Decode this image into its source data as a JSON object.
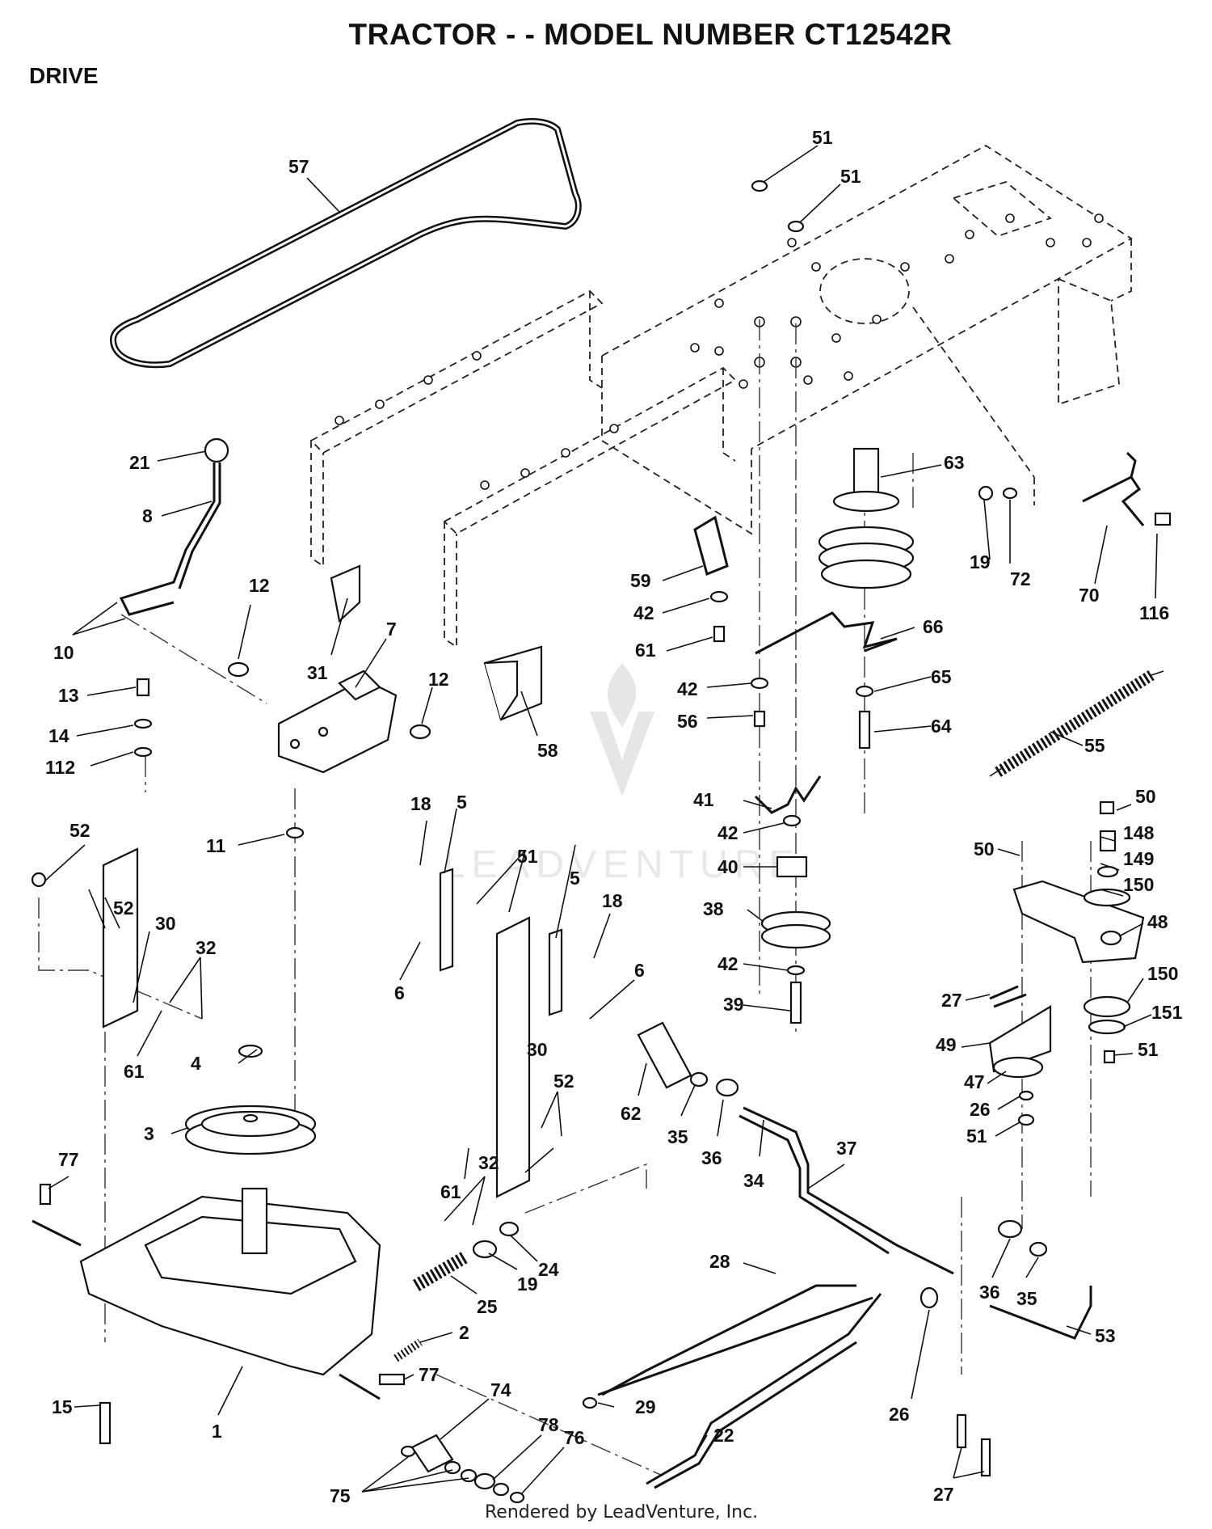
{
  "header": {
    "title": "TRACTOR - - MODEL NUMBER CT12542R",
    "section": "DRIVE"
  },
  "watermark": "LEADVENTURE",
  "footer": "Rendered by LeadVenture, Inc.",
  "part_labels": [
    {
      "id": "p57",
      "text": "57"
    },
    {
      "id": "p51a",
      "text": "51"
    },
    {
      "id": "p51b",
      "text": "51"
    },
    {
      "id": "p63",
      "text": "63"
    },
    {
      "id": "p21",
      "text": "21"
    },
    {
      "id": "p8",
      "text": "8"
    },
    {
      "id": "p12a",
      "text": "12"
    },
    {
      "id": "p10",
      "text": "10"
    },
    {
      "id": "p31",
      "text": "31"
    },
    {
      "id": "p7",
      "text": "7"
    },
    {
      "id": "p12b",
      "text": "12"
    },
    {
      "id": "p13",
      "text": "13"
    },
    {
      "id": "p14",
      "text": "14"
    },
    {
      "id": "p112",
      "text": "112"
    },
    {
      "id": "p58",
      "text": "58"
    },
    {
      "id": "p59",
      "text": "59"
    },
    {
      "id": "p42a",
      "text": "42"
    },
    {
      "id": "p61a",
      "text": "61"
    },
    {
      "id": "p19a",
      "text": "19"
    },
    {
      "id": "p72",
      "text": "72"
    },
    {
      "id": "p70",
      "text": "70"
    },
    {
      "id": "p116",
      "text": "116"
    },
    {
      "id": "p66",
      "text": "66"
    },
    {
      "id": "p42b",
      "text": "42"
    },
    {
      "id": "p56",
      "text": "56"
    },
    {
      "id": "p65",
      "text": "65"
    },
    {
      "id": "p64",
      "text": "64"
    },
    {
      "id": "p55",
      "text": "55"
    },
    {
      "id": "p41",
      "text": "41"
    },
    {
      "id": "p42c",
      "text": "42"
    },
    {
      "id": "p40",
      "text": "40"
    },
    {
      "id": "p38",
      "text": "38"
    },
    {
      "id": "p42d",
      "text": "42"
    },
    {
      "id": "p39",
      "text": "39"
    },
    {
      "id": "p52a",
      "text": "52"
    },
    {
      "id": "p11",
      "text": "11"
    },
    {
      "id": "p18a",
      "text": "18"
    },
    {
      "id": "p5a",
      "text": "5"
    },
    {
      "id": "p51c",
      "text": "51"
    },
    {
      "id": "p5b",
      "text": "5"
    },
    {
      "id": "p18b",
      "text": "18"
    },
    {
      "id": "p6a",
      "text": "6"
    },
    {
      "id": "p6b",
      "text": "6"
    },
    {
      "id": "p52b",
      "text": "52"
    },
    {
      "id": "p30a",
      "text": "30"
    },
    {
      "id": "p32a",
      "text": "32"
    },
    {
      "id": "p61b",
      "text": "61"
    },
    {
      "id": "p4",
      "text": "4"
    },
    {
      "id": "p3",
      "text": "3"
    },
    {
      "id": "p32b",
      "text": "32"
    },
    {
      "id": "p30b",
      "text": "30"
    },
    {
      "id": "p52c",
      "text": "52"
    },
    {
      "id": "p61c",
      "text": "61"
    },
    {
      "id": "p62",
      "text": "62"
    },
    {
      "id": "p35a",
      "text": "35"
    },
    {
      "id": "p36a",
      "text": "36"
    },
    {
      "id": "p34",
      "text": "34"
    },
    {
      "id": "p37",
      "text": "37"
    },
    {
      "id": "p50a",
      "text": "50"
    },
    {
      "id": "p50b",
      "text": "50"
    },
    {
      "id": "p148",
      "text": "148"
    },
    {
      "id": "p149",
      "text": "149"
    },
    {
      "id": "p150a",
      "text": "150"
    },
    {
      "id": "p48",
      "text": "48"
    },
    {
      "id": "p27a",
      "text": "27"
    },
    {
      "id": "p150b",
      "text": "150"
    },
    {
      "id": "p151",
      "text": "151"
    },
    {
      "id": "p49",
      "text": "49"
    },
    {
      "id": "p51d",
      "text": "51"
    },
    {
      "id": "p47",
      "text": "47"
    },
    {
      "id": "p26a",
      "text": "26"
    },
    {
      "id": "p51e",
      "text": "51"
    },
    {
      "id": "p77a",
      "text": "77"
    },
    {
      "id": "p24",
      "text": "24"
    },
    {
      "id": "p19b",
      "text": "19"
    },
    {
      "id": "p25",
      "text": "25"
    },
    {
      "id": "p2",
      "text": "2"
    },
    {
      "id": "p28",
      "text": "28"
    },
    {
      "id": "p36b",
      "text": "36"
    },
    {
      "id": "p35b",
      "text": "35"
    },
    {
      "id": "p53",
      "text": "53"
    },
    {
      "id": "p77b",
      "text": "77"
    },
    {
      "id": "p74",
      "text": "74"
    },
    {
      "id": "p15",
      "text": "15"
    },
    {
      "id": "p1",
      "text": "1"
    },
    {
      "id": "p29",
      "text": "29"
    },
    {
      "id": "p22",
      "text": "22"
    },
    {
      "id": "p26b",
      "text": "26"
    },
    {
      "id": "p78",
      "text": "78"
    },
    {
      "id": "p76",
      "text": "76"
    },
    {
      "id": "p27b",
      "text": "27"
    },
    {
      "id": "p75",
      "text": "75"
    }
  ]
}
